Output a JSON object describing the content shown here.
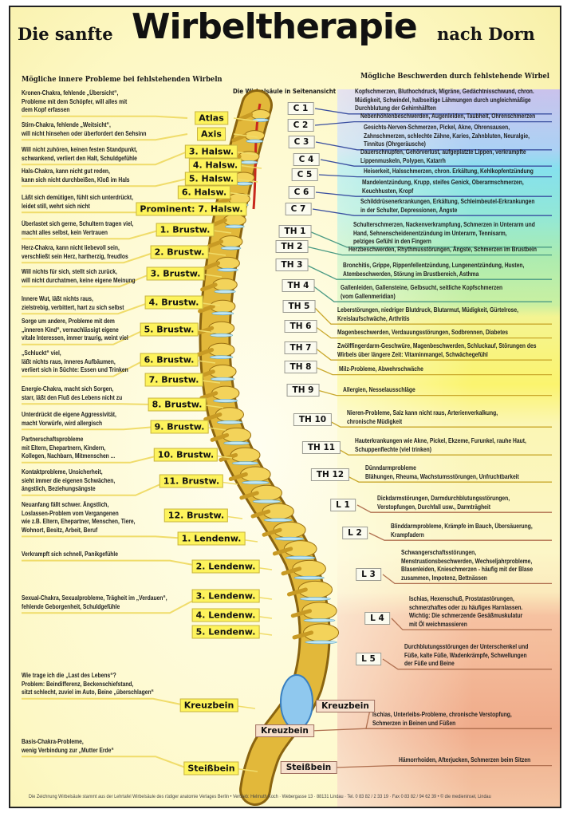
{
  "title": {
    "prefix": "Die sanfte",
    "main": "Wirbeltherapie",
    "suffix": "nach Dorn"
  },
  "left": {
    "heading": "Mögliche innere Probleme bei fehlstehenden Wirbeln",
    "texts": [
      "Kronen-Chakra, fehlende „Übersicht“,\nProbleme mit dem Schöpfer, will alles mit\ndem Kopf erfassen",
      "Stirn-Chakra, fehlende „Weitsicht“,\nwill nicht hinsehen oder überfordert den Sehsinn",
      "Will nicht zuhören, keinen festen Standpunkt,\nschwankend, verliert den Halt, Schuldgefühle",
      "Hals-Chakra, kann nicht gut reden,\nkann sich nicht durchbeißen, Kloß im Hals",
      "Läßt sich demütigen, fühlt sich unterdrückt,\nleidet still, wehrt sich nicht",
      "Überlastet sich gerne, Schultern tragen viel,\nmacht alles selbst, kein Vertrauen",
      "Herz-Chakra, kann nicht liebevoll sein,\nverschließt sein Herz, hartherzig, freudlos",
      "Will nichts für sich, stellt sich zurück,\nwill nicht durchatmen, keine eigene Meinung",
      "Innere Wut, läßt nichts raus,\nzielstrebig, verbittert, hart zu sich selbst",
      "Sorge um andere, Probleme mit dem\n„inneren Kind“, vernachlässigt eigene\nvitale Interessen, immer traurig, weint viel",
      "„Schluckt“ viel,\nläßt nichts raus, inneres Aufbäumen,\nverliert sich in Süchte: Essen und Trinken",
      "Energie-Chakra, macht sich Sorgen,\nstarr, läßt den Fluß des Lebens nicht zu",
      "Unterdrückt die eigene Aggressivität,\nmacht Vorwürfe, wird allergisch",
      "Partnerschaftsprobleme\nmit Eltern, Ehepartnern, Kindern,\nKollegen, Nachbarn, Mitmenschen ...",
      "Kontaktprobleme, Unsicherheit,\nsieht immer die eigenen Schwächen,\nängstlich, Beziehungsängste",
      "Neuanfang fällt schwer. Ängstlich,\nLoslassen-Problem vom Vergangenen\nwie z.B. Eltern, Ehepartner, Menschen, Tiere,\nWohnort, Besitz, Arbeit, Beruf",
      "Verkrampft sich schnell, Panikgefühle",
      "Sexual-Chakra, Sexualprobleme, Trägheit im „Verdauen“,\nfehlende Geborgenheit, Schuldgefühle",
      "Wie trage ich die „Last des Lebens“?\nProblem: Beindifferenz, Beckenschiefstand,\nsitzt schlecht, zuviel im Auto, Beine „überschlagen“",
      "Basis-Chakra-Probleme,\nwenig Verbindung zur „Mutter Erde“"
    ],
    "labels": [
      "Atlas",
      "Axis",
      "3. Halsw.",
      "4. Halsw.",
      "5. Halsw.",
      "6. Halsw.",
      "Prominent: 7. Halsw.",
      "1. Brustw.",
      "2. Brustw.",
      "3. Brustw.",
      "4. Brustw.",
      "5. Brustw.",
      "6. Brustw.",
      "7. Brustw.",
      "8. Brustw.",
      "9. Brustw.",
      "10. Brustw.",
      "11. Brustw.",
      "12. Brustw.",
      "1. Lendenw.",
      "2. Lendenw.",
      "3. Lendenw.",
      "4. Lendenw.",
      "5. Lendenw.",
      "Kreuzbein",
      "Steißbein"
    ]
  },
  "center": {
    "caption": "Die Wirbelsäule in Seitenansicht"
  },
  "right": {
    "heading": "Mögliche Beschwerden durch fehlstehende Wirbel",
    "labels": [
      "C 1",
      "C 2",
      "C 3",
      "C 4",
      "C 5",
      "C 6",
      "C 7",
      "TH 1",
      "TH 2",
      "TH 3",
      "TH 4",
      "TH 5",
      "TH 6",
      "TH 7",
      "TH 8",
      "TH 9",
      "TH 10",
      "TH 11",
      "TH 12",
      "L 1",
      "L 2",
      "L 3",
      "L 4",
      "L 5",
      "Kreuzbein",
      "Kreuzbein",
      "Steißbein"
    ],
    "texts": [
      "Kopfschmerzen, Bluthochdruck, Migräne, Gedächtnisschwund, chron.\nMüdigkeit, Schwindel, halbseitige Lähmungen durch ungleichmäßige\nDurchblutung der Gehirnhälften",
      "Nebenhöhlenbeschwerden, Augenleiden, Taubheit, Ohrenschmerzen",
      "Gesichts-Nerven-Schmerzen, Pickel, Akne, Ohrensausen,\nZahnschmerzen, schlechte Zähne, Karies, Zahnbluten, Neuralgie,\nTinnitus (Ohrgeräusche)",
      "Dauerschnupfen, Gehörverlust, aufgeplatzte Lippen, verkrampfte\nLippenmuskeln, Polypen, Katarrh",
      "Heiserkeit, Halsschmerzen, chron. Erkältung, Kehlkopfentzündung",
      "Mandelentzündung, Krupp, steifes Genick, Oberarmschmerzen,\nKeuchhusten, Kropf",
      "Schilddrüsenerkrankungen, Erkältung, Schleimbeutel-Erkrankungen\nin der Schulter, Depressionen, Ängste",
      "Schulterschmerzen, Nackenverkrampfung, Schmerzen in Unterarm und\nHand, Sehnenscheidenentzündung im Unterarm, Tennisarm,\npelziges Gefühl in den Fingern",
      "Herzbeschwerden, Rhythmusstörungen, Ängste, Schmerzen im Brustbein",
      "Bronchitis, Grippe, Rippenfellentzündung, Lungenentzündung, Husten,\nAtembeschwerden, Störung im Brustbereich, Asthma",
      "Gallenleiden, Gallensteine, Gelbsucht, seitliche Kopfschmerzen\n(vom Gallenmeridian)",
      "Leberstörungen, niedriger Blutdruck, Blutarmut, Müdigkeit, Gürtelrose,\nKreislaufschwäche, Arthritis",
      "Magenbeschwerden, Verdauungsstörungen, Sodbrennen, Diabetes",
      "Zwölffingerdarm-Geschwüre, Magenbeschwerden, Schluckauf, Störungen des\nWirbels über längere Zeit: Vitaminmangel, Schwächegefühl",
      "Milz-Probleme, Abwehrschwäche",
      "Allergien, Nesselausschläge",
      "Nieren-Probleme, Salz kann nicht raus, Arterienverkalkung,\nchronische Müdigkeit",
      "Hauterkrankungen wie Akne, Pickel, Ekzeme, Furunkel, rauhe Haut,\nSchuppenflechte (viel trinken)",
      "Dünndarmprobleme\nBlähungen, Rheuma, Wachstumsstörungen, Unfruchtbarkeit",
      "Dickdarmstörungen, Darmdurchblutungsstörungen,\nVerstopfungen, Durchfall usw., Darmträgheit",
      "Blinddarmprobleme, Krämpfe im Bauch, Übersäuerung,\nKrampfadern",
      "Schwangerschaftsstörungen,\nMenstruationsbeschwerden, Wechseljahrprobleme,\nBlasenleiden, Knieschmerzen - häufig mit der Blase\nzusammen, Impotenz, Bettnässen",
      "Ischias, Hexenschuß, Prostatastörungen,\nschmerzhaftes oder zu häufiges Harnlassen.\nWichtig: Die schmerzende Gesäßmuskulatur\nmit Öl weichmassieren",
      "Durchblutungsstörungen der Unterschenkel und\nFüße, kalte Füße, Wadenkrämpfe, Schwellungen\nder Füße und Beine",
      "Ischias, Unterleibs-Probleme, chronische Verstopfung,\nSchmerzen in Beinen und Füßen",
      "Hämorrhoiden, Afterjucken, Schmerzen beim Sitzen"
    ]
  },
  "footer": "Die Zeichnung Wirbelsäule stammt aus der Lehrtafel Wirbelsäule des rüdiger anatomie Verlages Berlin  •  Vertrieb: Helmuth Koch · Webergasse 13 · 88131 Lindau · Tel. 0 83 82 / 2 33 19 · Fax 0 83 82 / 94 62 39  •  © die medieninsel, Lindau",
  "colors": {
    "label_yellow": "#fdf35c",
    "cervical_line": "#3a4fa0",
    "thoracic_upper_line": "#4a9a84",
    "thoracic_lower_line": "#c9a82c",
    "lumbar_line": "#b07050"
  }
}
